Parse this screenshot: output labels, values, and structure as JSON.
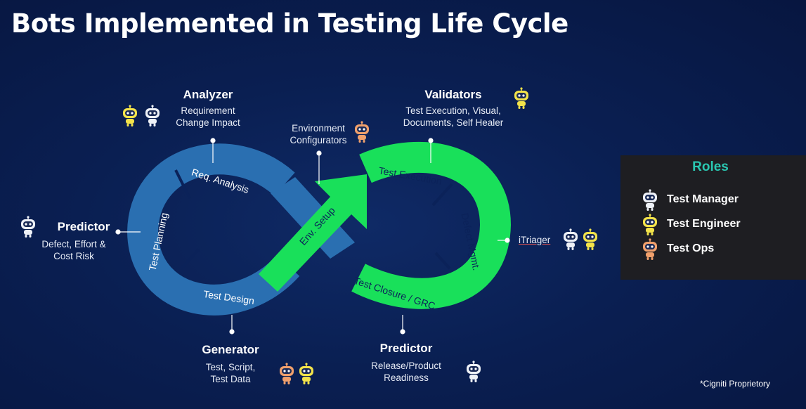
{
  "title": "Bots Implemented in Testing Life Cycle",
  "stages": {
    "req_analysis": "Req. Analysis",
    "test_planning": "Test Planning",
    "test_design": "Test Design",
    "env_setup": "Env. Setup",
    "test_execution": "Test Execution",
    "defect_mgmt": "Defect Mgmt.",
    "test_closure": "Test Closure / GRC"
  },
  "bots": {
    "analyzer": {
      "name": "Analyzer",
      "desc": [
        "Requirement",
        "Change Impact"
      ]
    },
    "predictor_left": {
      "name": "Predictor",
      "desc": [
        "Defect, Effort &",
        "Cost Risk"
      ]
    },
    "generator": {
      "name": "Generator",
      "desc": [
        "Test, Script,",
        "Test Data"
      ]
    },
    "environment": {
      "desc": [
        "Environment",
        "Configurators"
      ]
    },
    "validators": {
      "name": "Validators",
      "desc": [
        "Test Execution, Visual,",
        "Documents, Self Healer"
      ]
    },
    "itriager": {
      "name": "iTriager"
    },
    "predictor_right": {
      "name": "Predictor",
      "desc": [
        "Release/Product",
        "Readiness"
      ]
    }
  },
  "roles": {
    "title": "Roles",
    "items": [
      {
        "label": "Test Manager",
        "icon": "robot-white-icon"
      },
      {
        "label": "Test Engineer",
        "icon": "robot-yellow-icon"
      },
      {
        "label": "Test Ops",
        "icon": "robot-orange-icon"
      }
    ]
  },
  "colors": {
    "loop_blue": "#2a6fb1",
    "loop_green": "#19e05a",
    "roles_title": "#2ac7b1",
    "robot_white": "#eef1f7",
    "robot_yellow": "#f3e34a",
    "robot_orange": "#f0a06c"
  },
  "footer": "*Cigniti Proprietory"
}
